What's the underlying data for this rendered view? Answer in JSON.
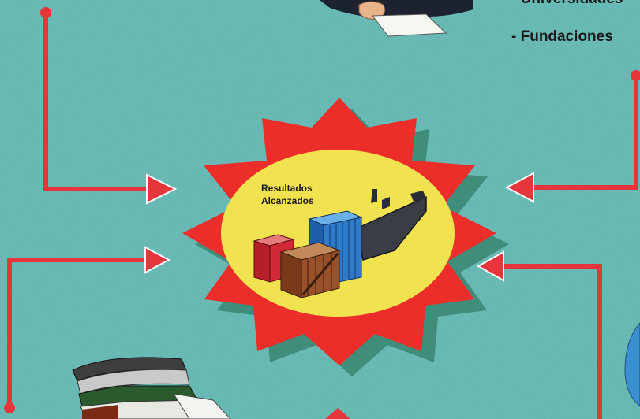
{
  "center": {
    "label_line1": "Resultados",
    "label_line2": "Alcanzados"
  },
  "sources_list": {
    "item1": "- Universidades",
    "item2": "- Fundaciones"
  },
  "colors": {
    "background": "#5fb3ae",
    "arrow": "#e5363c",
    "starburst": "#ec2e2b",
    "oval": "#f1e34f"
  }
}
